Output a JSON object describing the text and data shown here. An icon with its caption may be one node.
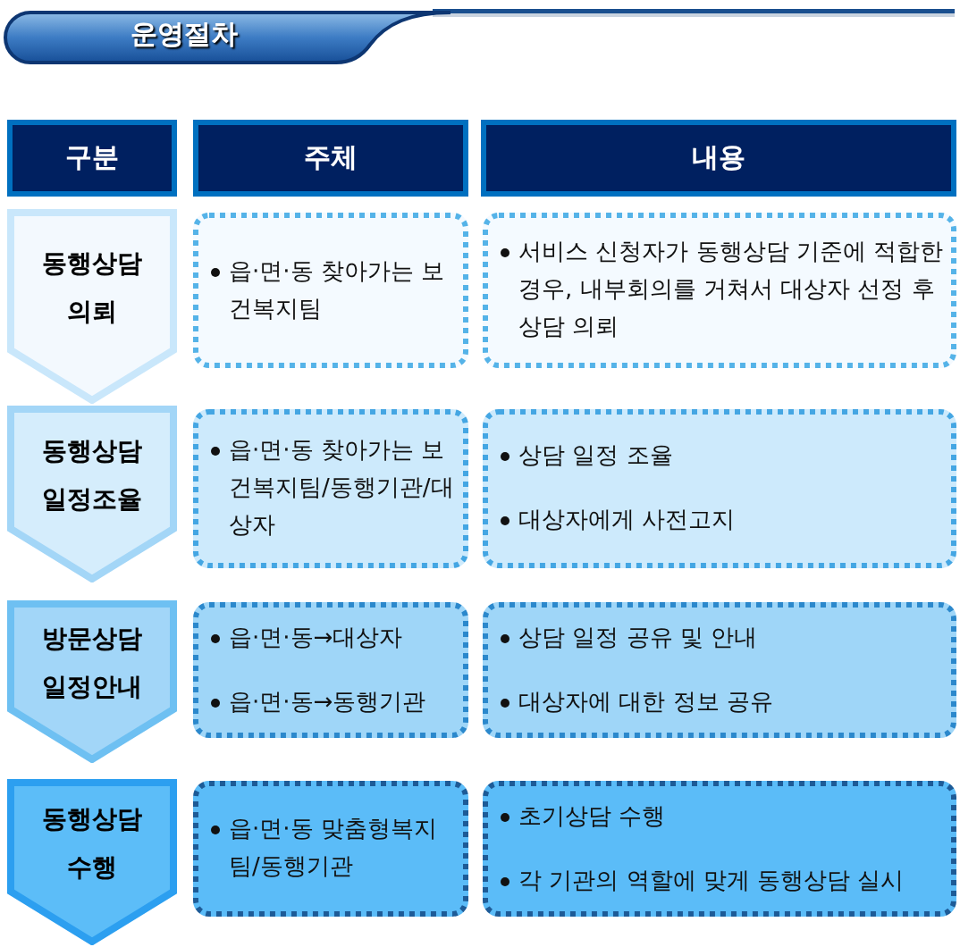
{
  "diagram": {
    "title": "운영절차",
    "nodes": [
      {
        "text": [
          "구분"
        ]
      },
      {
        "text": [
          "주체"
        ]
      },
      {
        "text": [
          "내용"
        ]
      },
      {
        "text": [
          "동행상담 의뢰"
        ]
      },
      {
        "text": [
          "읍·면·동 찾아가는 보건복지팀"
        ]
      },
      {
        "text": [
          "서비스 신청자가 동행상담 기준에 적합한 경우, 내부회의를 거쳐서 대상자 선정 후 상담 의뢰"
        ]
      },
      {
        "text": [
          "동행상담 일정조율"
        ]
      },
      {
        "text": [
          "읍·면·동 찾아가는 보건복지팀/동행기관/대상자"
        ]
      },
      {
        "text": [
          "상담 일정 조율",
          "대상자에게 사전고지"
        ]
      },
      {
        "text": [
          "방문상담 일정안내"
        ]
      },
      {
        "text": [
          "읍·면·동→대상자",
          "읍·면·동→동행기관"
        ]
      },
      {
        "text": [
          "상담 일정 공유 및 안내",
          "대상자에 대한 정보 공유"
        ]
      },
      {
        "text": [
          "동행상담 수행"
        ]
      },
      {
        "text": [
          "읍·면·동 맞춤형복지팀/동행기관"
        ]
      },
      {
        "text": [
          "초기상담 수행",
          "각 기관의 역할에 맞게 동행상담 실시"
        ]
      }
    ]
  }
}
